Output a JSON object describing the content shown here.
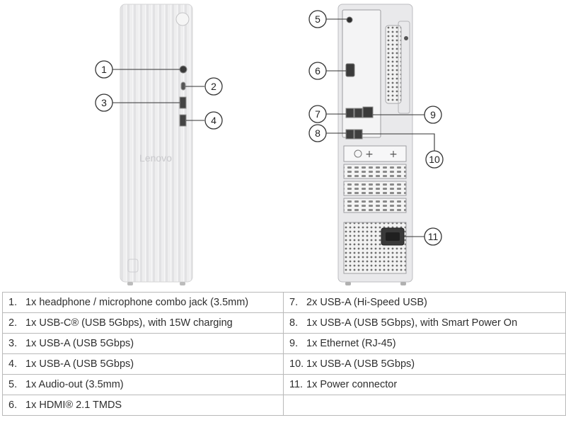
{
  "front": {
    "brand": "Lenovo"
  },
  "callouts": [
    {
      "n": "1",
      "label": "1x headphone / microphone combo jack (3.5mm)"
    },
    {
      "n": "2",
      "label": "1x USB-C® (USB 5Gbps), with 15W charging"
    },
    {
      "n": "3",
      "label": "1x USB-A (USB 5Gbps)"
    },
    {
      "n": "4",
      "label": "1x USB-A (USB 5Gbps)"
    },
    {
      "n": "5",
      "label": "1x Audio-out (3.5mm)"
    },
    {
      "n": "6",
      "label": "1x HDMI® 2.1 TMDS"
    },
    {
      "n": "7",
      "label": "2x USB-A (Hi-Speed USB)"
    },
    {
      "n": "8",
      "label": "1x USB-A (USB 5Gbps), with Smart Power On"
    },
    {
      "n": "9",
      "label": "1x Ethernet (RJ-45)"
    },
    {
      "n": "10",
      "label": "1x USB-A (USB 5Gbps)"
    },
    {
      "n": "11",
      "label": "1x Power connector"
    }
  ],
  "table": {
    "rows": [
      {
        "left": {
          "num": "1.",
          "text": "1x headphone / microphone combo jack (3.5mm)"
        },
        "right": {
          "num": "7.",
          "text": "2x USB-A (Hi-Speed USB)"
        }
      },
      {
        "left": {
          "num": "2.",
          "text": "1x USB-C® (USB 5Gbps), with 15W charging"
        },
        "right": {
          "num": "8.",
          "text": "1x USB-A (USB 5Gbps), with Smart Power On"
        }
      },
      {
        "left": {
          "num": "3.",
          "text": "1x USB-A (USB 5Gbps)"
        },
        "right": {
          "num": "9.",
          "text": "1x Ethernet (RJ-45)"
        }
      },
      {
        "left": {
          "num": "4.",
          "text": "1x USB-A (USB 5Gbps)"
        },
        "right": {
          "num": "10.",
          "text": "1x USB-A (USB 5Gbps)"
        }
      },
      {
        "left": {
          "num": "5.",
          "text": "1x Audio-out (3.5mm)"
        },
        "right": {
          "num": "11.",
          "text": "1x Power connector"
        }
      },
      {
        "left": {
          "num": "6.",
          "text": "1x HDMI® 2.1 TMDS"
        },
        "right": {
          "num": "",
          "text": ""
        }
      }
    ]
  }
}
